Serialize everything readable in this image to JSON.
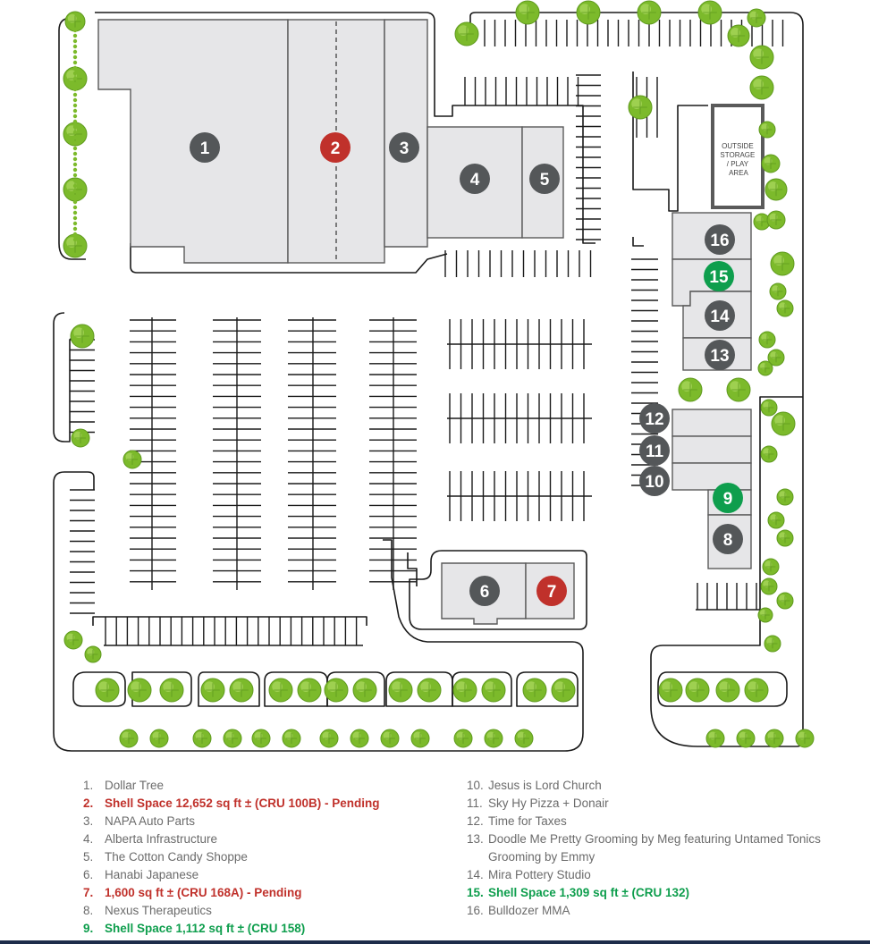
{
  "colors": {
    "occupied": "#545759",
    "pending": "#c0312b",
    "available": "#0e9e4d",
    "building_fill": "#e6e6e8",
    "building_stroke": "#5a5a5a",
    "curb_line": "#1a1a1a",
    "tree": "#7cba2b",
    "legend_text": "#6b6b6b",
    "footer_rule": "#1d2c4a"
  },
  "site_plan": {
    "outside_storage_label": [
      "OUTSIDE",
      "STORAGE",
      "/ PLAY",
      "AREA"
    ],
    "units": [
      {
        "number": "1",
        "status": "occupied"
      },
      {
        "number": "2",
        "status": "pending"
      },
      {
        "number": "3",
        "status": "occupied"
      },
      {
        "number": "4",
        "status": "occupied"
      },
      {
        "number": "5",
        "status": "occupied"
      },
      {
        "number": "6",
        "status": "occupied"
      },
      {
        "number": "7",
        "status": "pending"
      },
      {
        "number": "8",
        "status": "occupied"
      },
      {
        "number": "9",
        "status": "available"
      },
      {
        "number": "10",
        "status": "occupied"
      },
      {
        "number": "11",
        "status": "occupied"
      },
      {
        "number": "12",
        "status": "occupied"
      },
      {
        "number": "13",
        "status": "occupied"
      },
      {
        "number": "14",
        "status": "occupied"
      },
      {
        "number": "15",
        "status": "available"
      },
      {
        "number": "16",
        "status": "occupied"
      }
    ]
  },
  "legend": {
    "left": [
      {
        "num": "1.",
        "text": "Dollar Tree",
        "status": "occupied"
      },
      {
        "num": "2.",
        "text": "Shell Space 12,652 sq ft ± (CRU 100B) - Pending",
        "status": "pending"
      },
      {
        "num": "3.",
        "text": "NAPA Auto Parts",
        "status": "occupied"
      },
      {
        "num": "4.",
        "text": "Alberta Infrastructure",
        "status": "occupied"
      },
      {
        "num": "5.",
        "text": "The Cotton Candy Shoppe",
        "status": "occupied"
      },
      {
        "num": "6.",
        "text": "Hanabi Japanese",
        "status": "occupied"
      },
      {
        "num": "7.",
        "text": "1,600 sq ft ± (CRU 168A) - Pending",
        "status": "pending"
      },
      {
        "num": "8.",
        "text": "Nexus Therapeutics",
        "status": "occupied"
      },
      {
        "num": "9.",
        "text": "Shell Space 1,112 sq ft ± (CRU 158)",
        "status": "available"
      }
    ],
    "right": [
      {
        "num": "10.",
        "text": "Jesus is Lord Church",
        "status": "occupied"
      },
      {
        "num": "11.",
        "text": "Sky Hy Pizza + Donair",
        "status": "occupied"
      },
      {
        "num": "12.",
        "text": "Time for Taxes",
        "status": "occupied"
      },
      {
        "num": "13.",
        "text": "Doodle Me Pretty Grooming by Meg featuring Untamed Tonics Grooming by Emmy",
        "status": "occupied"
      },
      {
        "num": "14.",
        "text": "Mira Pottery Studio",
        "status": "occupied"
      },
      {
        "num": "15.",
        "text": "Shell Space 1,309 sq ft ± (CRU 132)",
        "status": "available"
      },
      {
        "num": "16.",
        "text": "Bulldozer MMA",
        "status": "occupied"
      }
    ]
  }
}
